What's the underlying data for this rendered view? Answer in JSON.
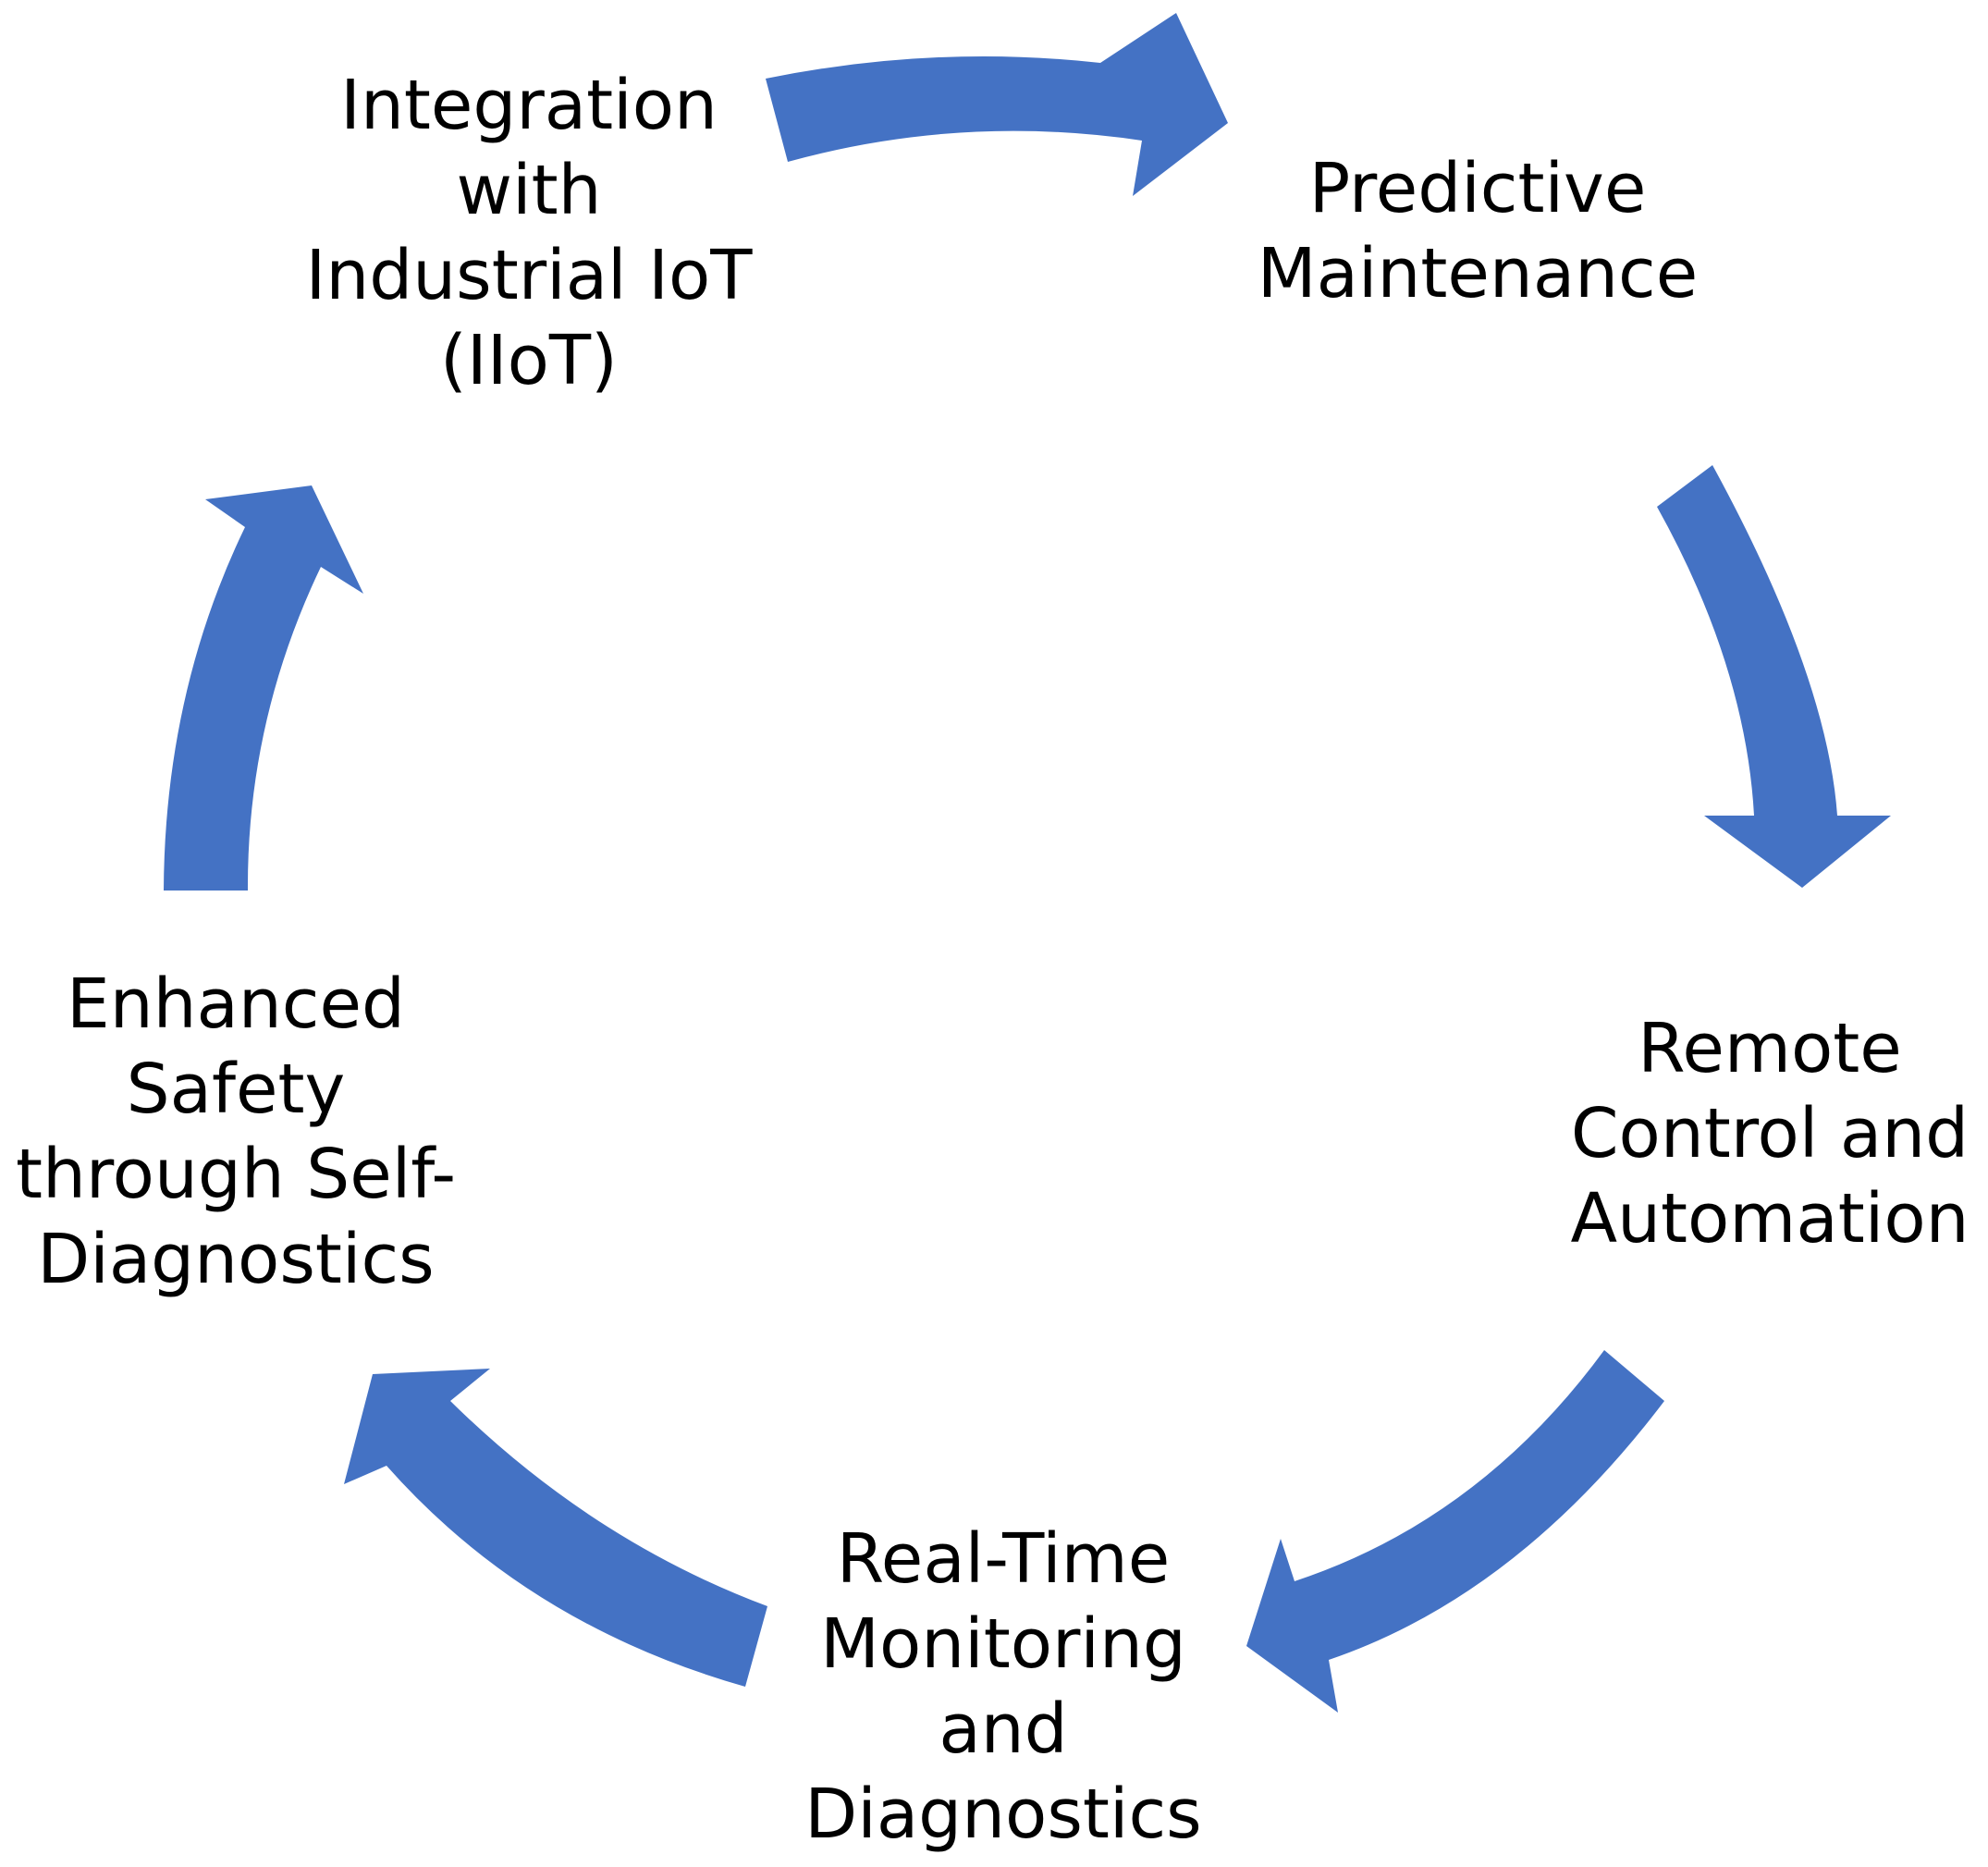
{
  "diagram": {
    "type": "cycle",
    "arrow_color": "#4472C4",
    "text_color": "#000000",
    "background": "#FFFFFF",
    "nodes": [
      {
        "id": "iiot",
        "lines": [
          "Integration",
          "with",
          "Industrial IoT",
          "(IIoT)"
        ]
      },
      {
        "id": "predictive",
        "lines": [
          "Predictive",
          "Maintenance"
        ]
      },
      {
        "id": "remote",
        "lines": [
          "Remote",
          "Control and",
          "Automation"
        ]
      },
      {
        "id": "realtime",
        "lines": [
          "Real-Time",
          "Monitoring",
          "and",
          "Diagnostics"
        ]
      },
      {
        "id": "safety",
        "lines": [
          "Enhanced",
          "Safety",
          "through Self-",
          "Diagnostics"
        ]
      }
    ],
    "arrows": [
      {
        "from": "iiot",
        "to": "predictive"
      },
      {
        "from": "predictive",
        "to": "remote"
      },
      {
        "from": "remote",
        "to": "realtime"
      },
      {
        "from": "realtime",
        "to": "safety"
      },
      {
        "from": "safety",
        "to": "iiot"
      }
    ]
  }
}
